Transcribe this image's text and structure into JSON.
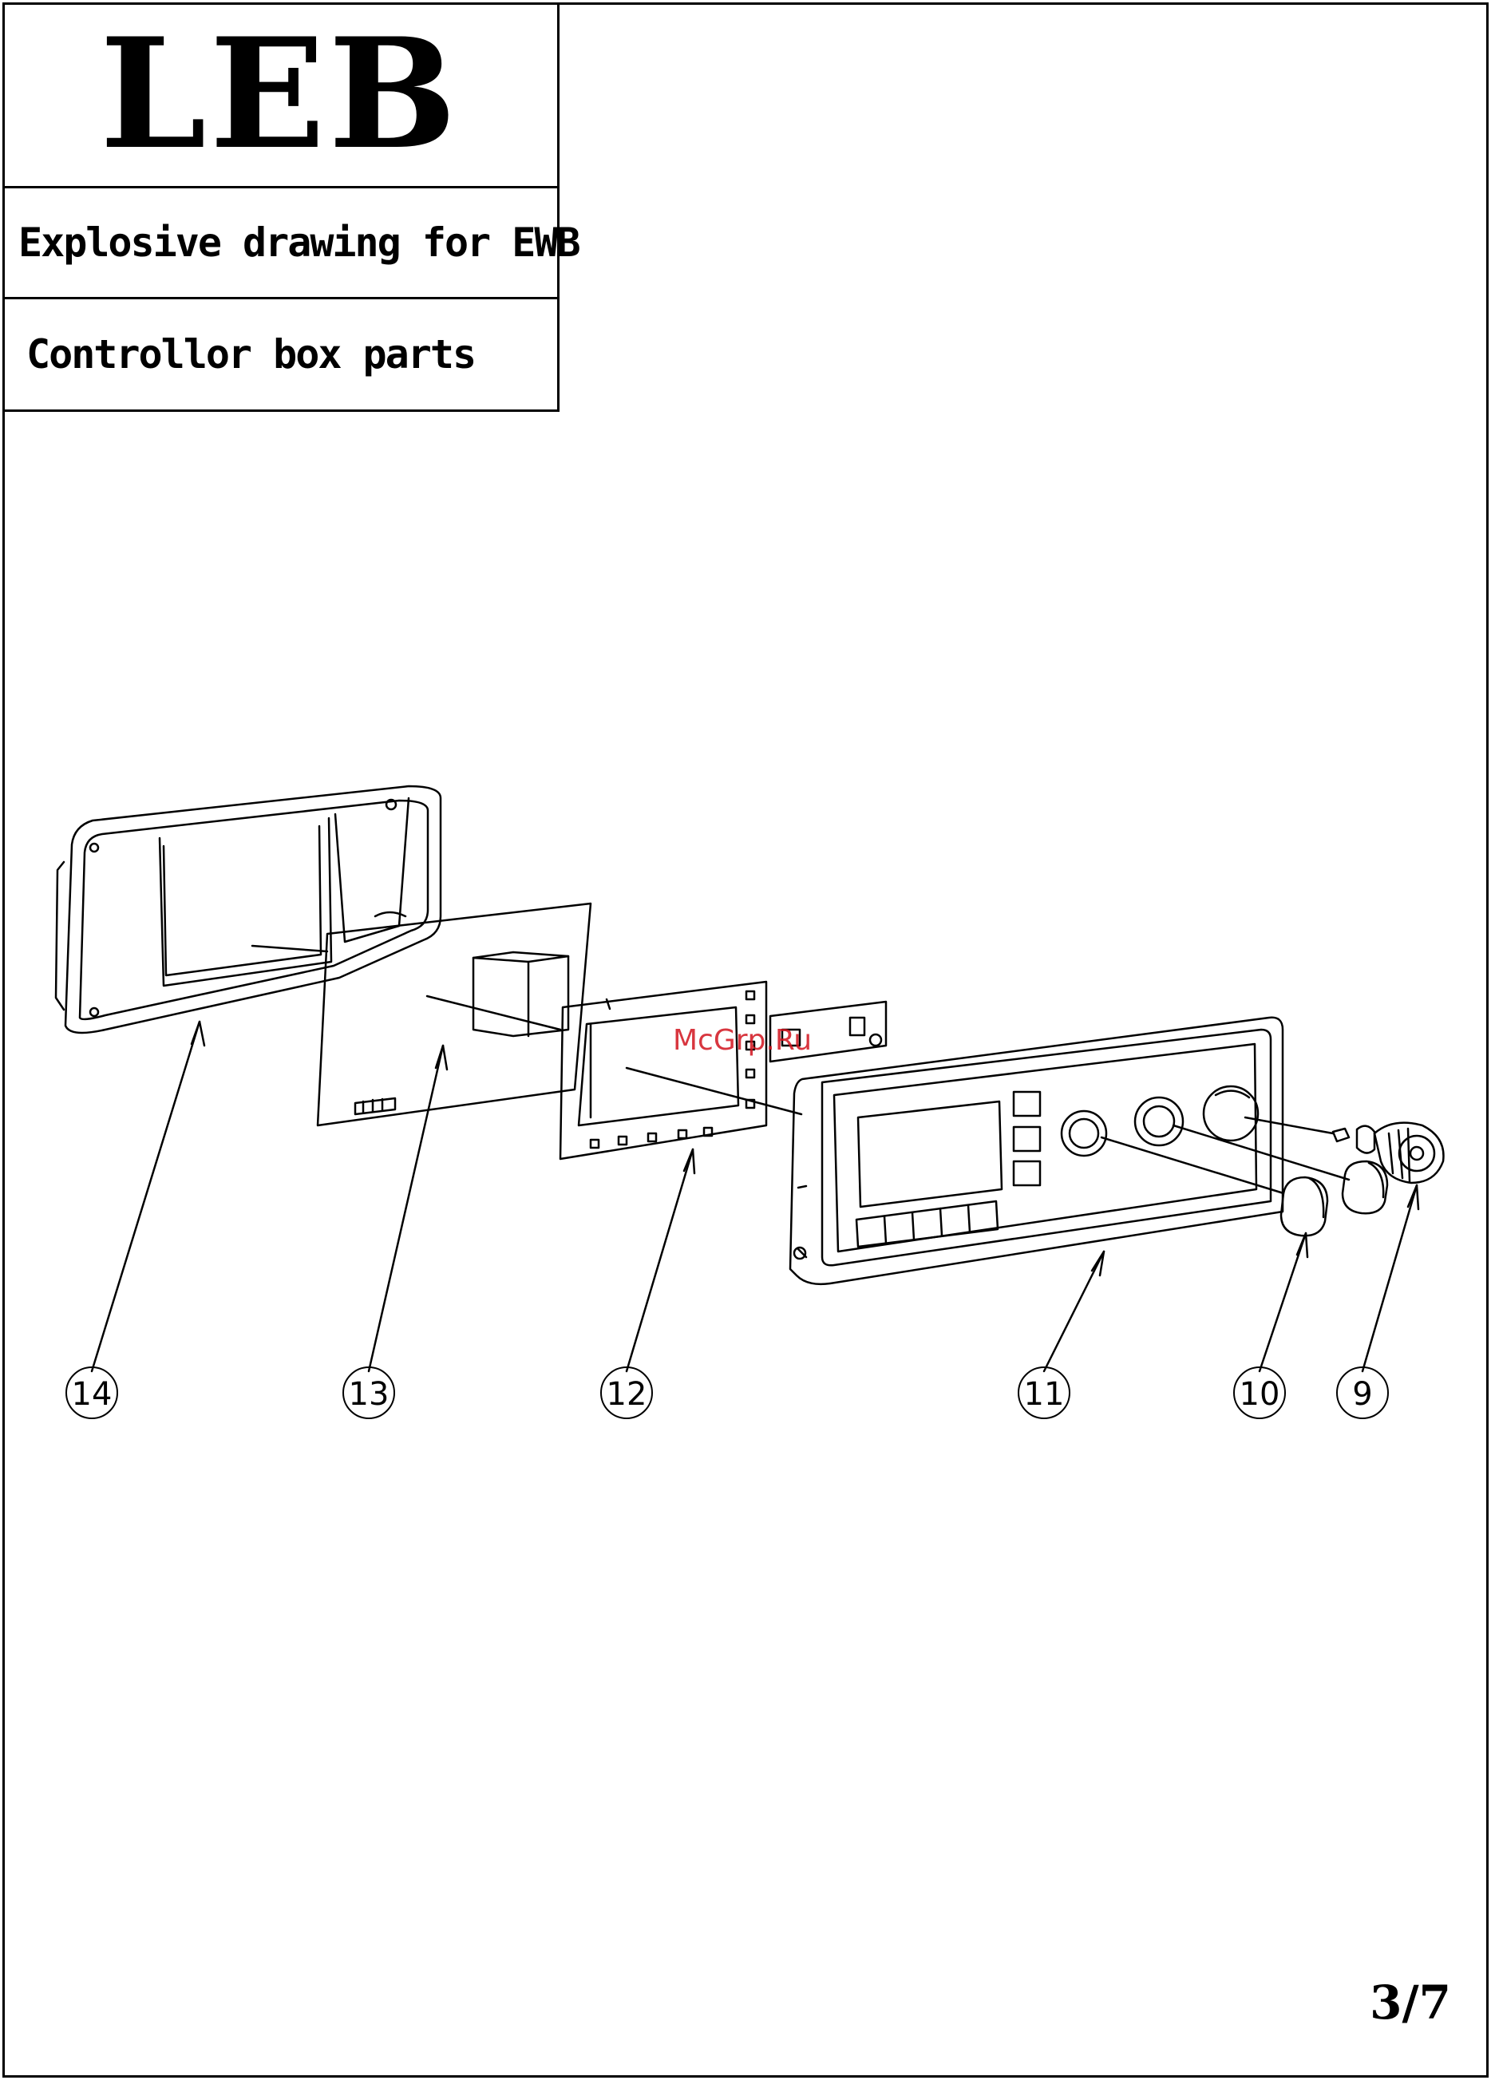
{
  "header": {
    "brand": "LEB",
    "subtitle": "Explosive drawing for EWB",
    "section": "Controllor box parts"
  },
  "callouts": [
    "14",
    "13",
    "12",
    "11",
    "10",
    "9"
  ],
  "watermark": "McGrp.Ru",
  "page_number": "3/7"
}
